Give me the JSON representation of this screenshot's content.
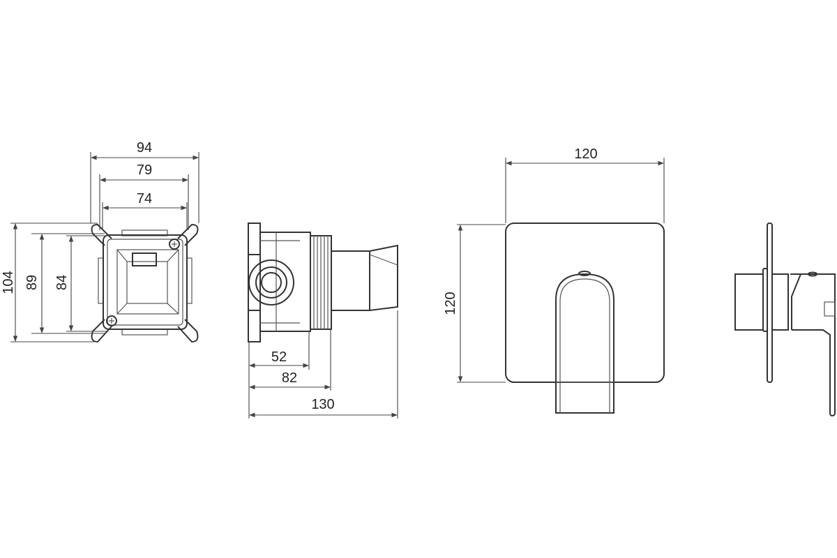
{
  "front_box": {
    "width_overall": "94",
    "width_mid": "79",
    "width_inner": "74",
    "height_overall": "104",
    "height_mid": "89",
    "height_inner": "84"
  },
  "side_box": {
    "depth_52": "52",
    "depth_82": "82",
    "depth_130": "130"
  },
  "front_trim": {
    "width": "120",
    "height": "120"
  },
  "colors": {
    "line": "#333333",
    "background": "#ffffff"
  }
}
